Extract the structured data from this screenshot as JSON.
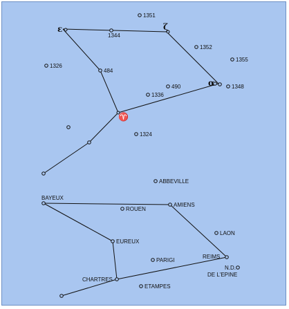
{
  "constellation": {
    "symbols": {
      "epsilon": "ε",
      "zeta": "ζ",
      "aries": "♈",
      "alpha": "α"
    },
    "labels": [
      "1351",
      "1344",
      "1352",
      "1355",
      "1326",
      "484",
      "490",
      "1348",
      "1336",
      "1324"
    ]
  },
  "cities": {
    "labels": [
      "ABBEVILLE",
      "BAYEUX",
      "ROUEN",
      "AMIENS",
      "LAON",
      "EUREUX",
      "PARIGI",
      "REIMS",
      "N.D.",
      "DE L'EPINE",
      "CHARTRES",
      "ETAMPES"
    ]
  },
  "colors": {
    "background": "#a9c6f0",
    "ink": "#111111"
  }
}
